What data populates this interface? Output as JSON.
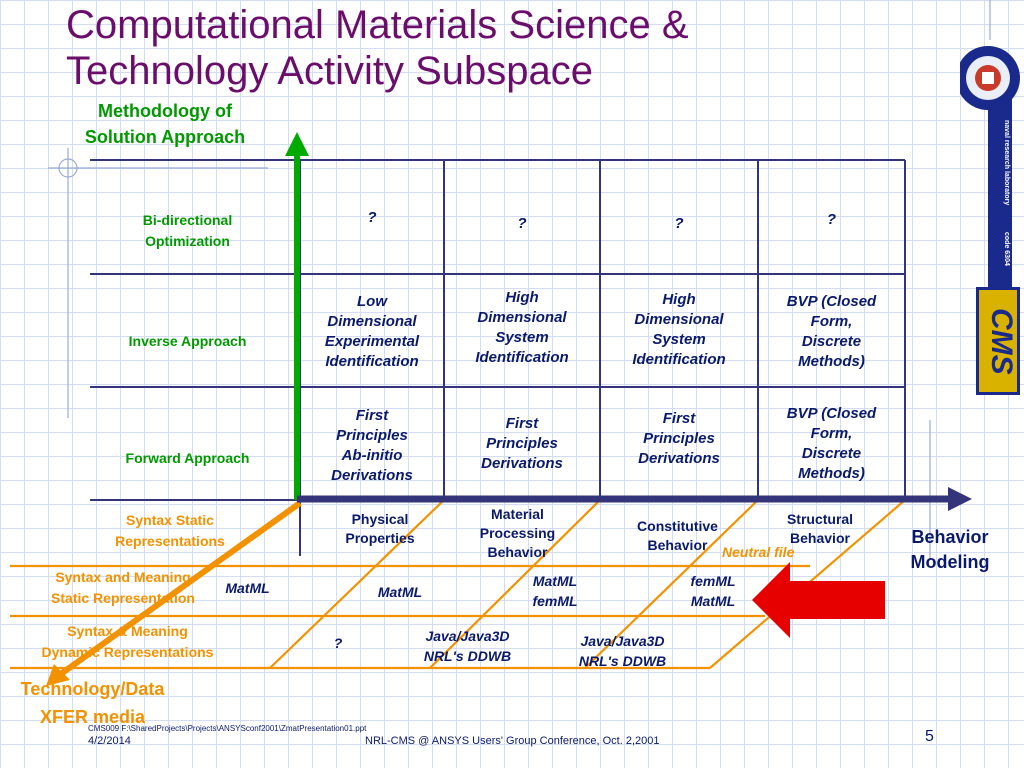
{
  "slide": {
    "title_line1": "Computational Materials Science &",
    "title_line2": "Technology Activity Subspace",
    "page_number": "5",
    "footer_date": "4/2/2014",
    "footer_conference": "NRL-CMS @ ANSYS Users' Group Conference, Oct. 2,2001",
    "footer_path": "CMS009 F:\\SharedProjects\\Projects\\ANSYSconf2001\\ZmatPresentation01.ppt"
  },
  "axes": {
    "methodology_line1": "Methodology of",
    "methodology_line2": "Solution Approach",
    "behavior_line1": "Behavior",
    "behavior_line2": "Modeling",
    "technology_line1": "Technology/Data",
    "technology_line2": "XFER media"
  },
  "rows": {
    "bidirectional_line1": "Bi-directional",
    "bidirectional_line2": "Optimization",
    "inverse": "Inverse Approach",
    "forward": "Forward Approach"
  },
  "cells": {
    "bi": [
      "?",
      "?",
      "?",
      "?"
    ],
    "inv_c1": [
      "Low",
      "Dimensional",
      "Experimental",
      "Identification"
    ],
    "inv_c2": [
      "High",
      "Dimensional",
      "System",
      "Identification"
    ],
    "inv_c3": [
      "High",
      "Dimensional",
      "System",
      "Identification"
    ],
    "inv_c4": [
      "BVP (Closed",
      "Form,",
      "Discrete",
      "Methods)"
    ],
    "fwd_c1": [
      "First",
      "Principles",
      "Ab-initio",
      "Derivations"
    ],
    "fwd_c2": [
      "First",
      "Principles",
      "Derivations"
    ],
    "fwd_c3": [
      "First",
      "Principles",
      "Derivations"
    ],
    "fwd_c4": [
      "BVP (Closed",
      "Form,",
      "Discrete",
      "Methods)"
    ]
  },
  "behavior_cols": {
    "c1": [
      "Physical",
      "Properties"
    ],
    "c2": [
      "Material",
      "Processing",
      "Behavior"
    ],
    "c3": [
      "Constitutive",
      "Behavior"
    ],
    "c4": [
      "Structural",
      "Behavior"
    ]
  },
  "tech_rows": {
    "syntax_static_line1": "Syntax Static",
    "syntax_static_line2": "Representations",
    "syntax_meaning_line1": "Syntax and Meaning",
    "syntax_meaning_line2": "Static Representation",
    "syntax_dynamic_line1": "Syntax & Meaning",
    "syntax_dynamic_line2": "Dynamic Representations"
  },
  "tech_cells": {
    "r2_c1": "MatML",
    "r2_c2": "MatML",
    "r2_c3": [
      "MatML",
      "femML"
    ],
    "r2_c4": [
      "femML",
      "MatML"
    ],
    "r3_c1": "?",
    "r3_c2": [
      "Java/Java3D",
      "NRL's DDWB"
    ],
    "r3_c3": [
      "Java/Java3D",
      "NRL's DDWB"
    ],
    "neutral_file": "Neutral file"
  },
  "logo": {
    "banner_text1": "naval research laboratory",
    "banner_text2": "code 6304",
    "brand": "CMS"
  },
  "colors": {
    "title": "#6b0d6b",
    "green": "#009900",
    "orange": "#f29200",
    "navy": "#0a1a6b",
    "table_line": "#34347a",
    "red_arrow": "#e60000"
  }
}
